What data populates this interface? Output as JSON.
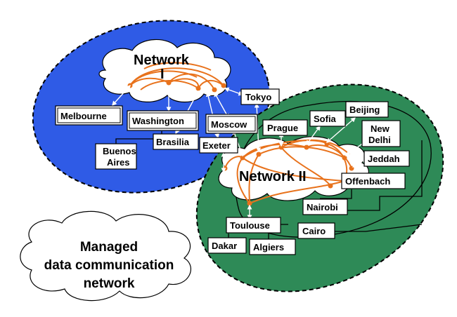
{
  "colors": {
    "network_1_fill": "#2f5be6",
    "network_2_fill": "#2e8a57",
    "link": "#e8721c",
    "cloud": "#ffffff"
  },
  "network_1": {
    "title_line1": "Network",
    "title_line2": "I"
  },
  "network_2": {
    "title": "Network II"
  },
  "legend_cloud": {
    "line1": "Managed",
    "line2": "data communication",
    "line3": "network"
  },
  "cities": {
    "melbourne": "Melbourne",
    "washington": "Washington",
    "buenos_aires_1": "Buenos",
    "buenos_aires_2": "Aires",
    "brasilia": "Brasilia",
    "exeter": "Exeter",
    "moscow": "Moscow",
    "tokyo": "Tokyo",
    "prague": "Prague",
    "sofia": "Sofia",
    "beijing": "Beijing",
    "new_delhi_1": "New",
    "new_delhi_2": "Delhi",
    "jeddah": "Jeddah",
    "offenbach": "Offenbach",
    "nairobi": "Nairobi",
    "cairo": "Cairo",
    "toulouse": "Toulouse",
    "dakar": "Dakar",
    "algiers": "Algiers"
  }
}
